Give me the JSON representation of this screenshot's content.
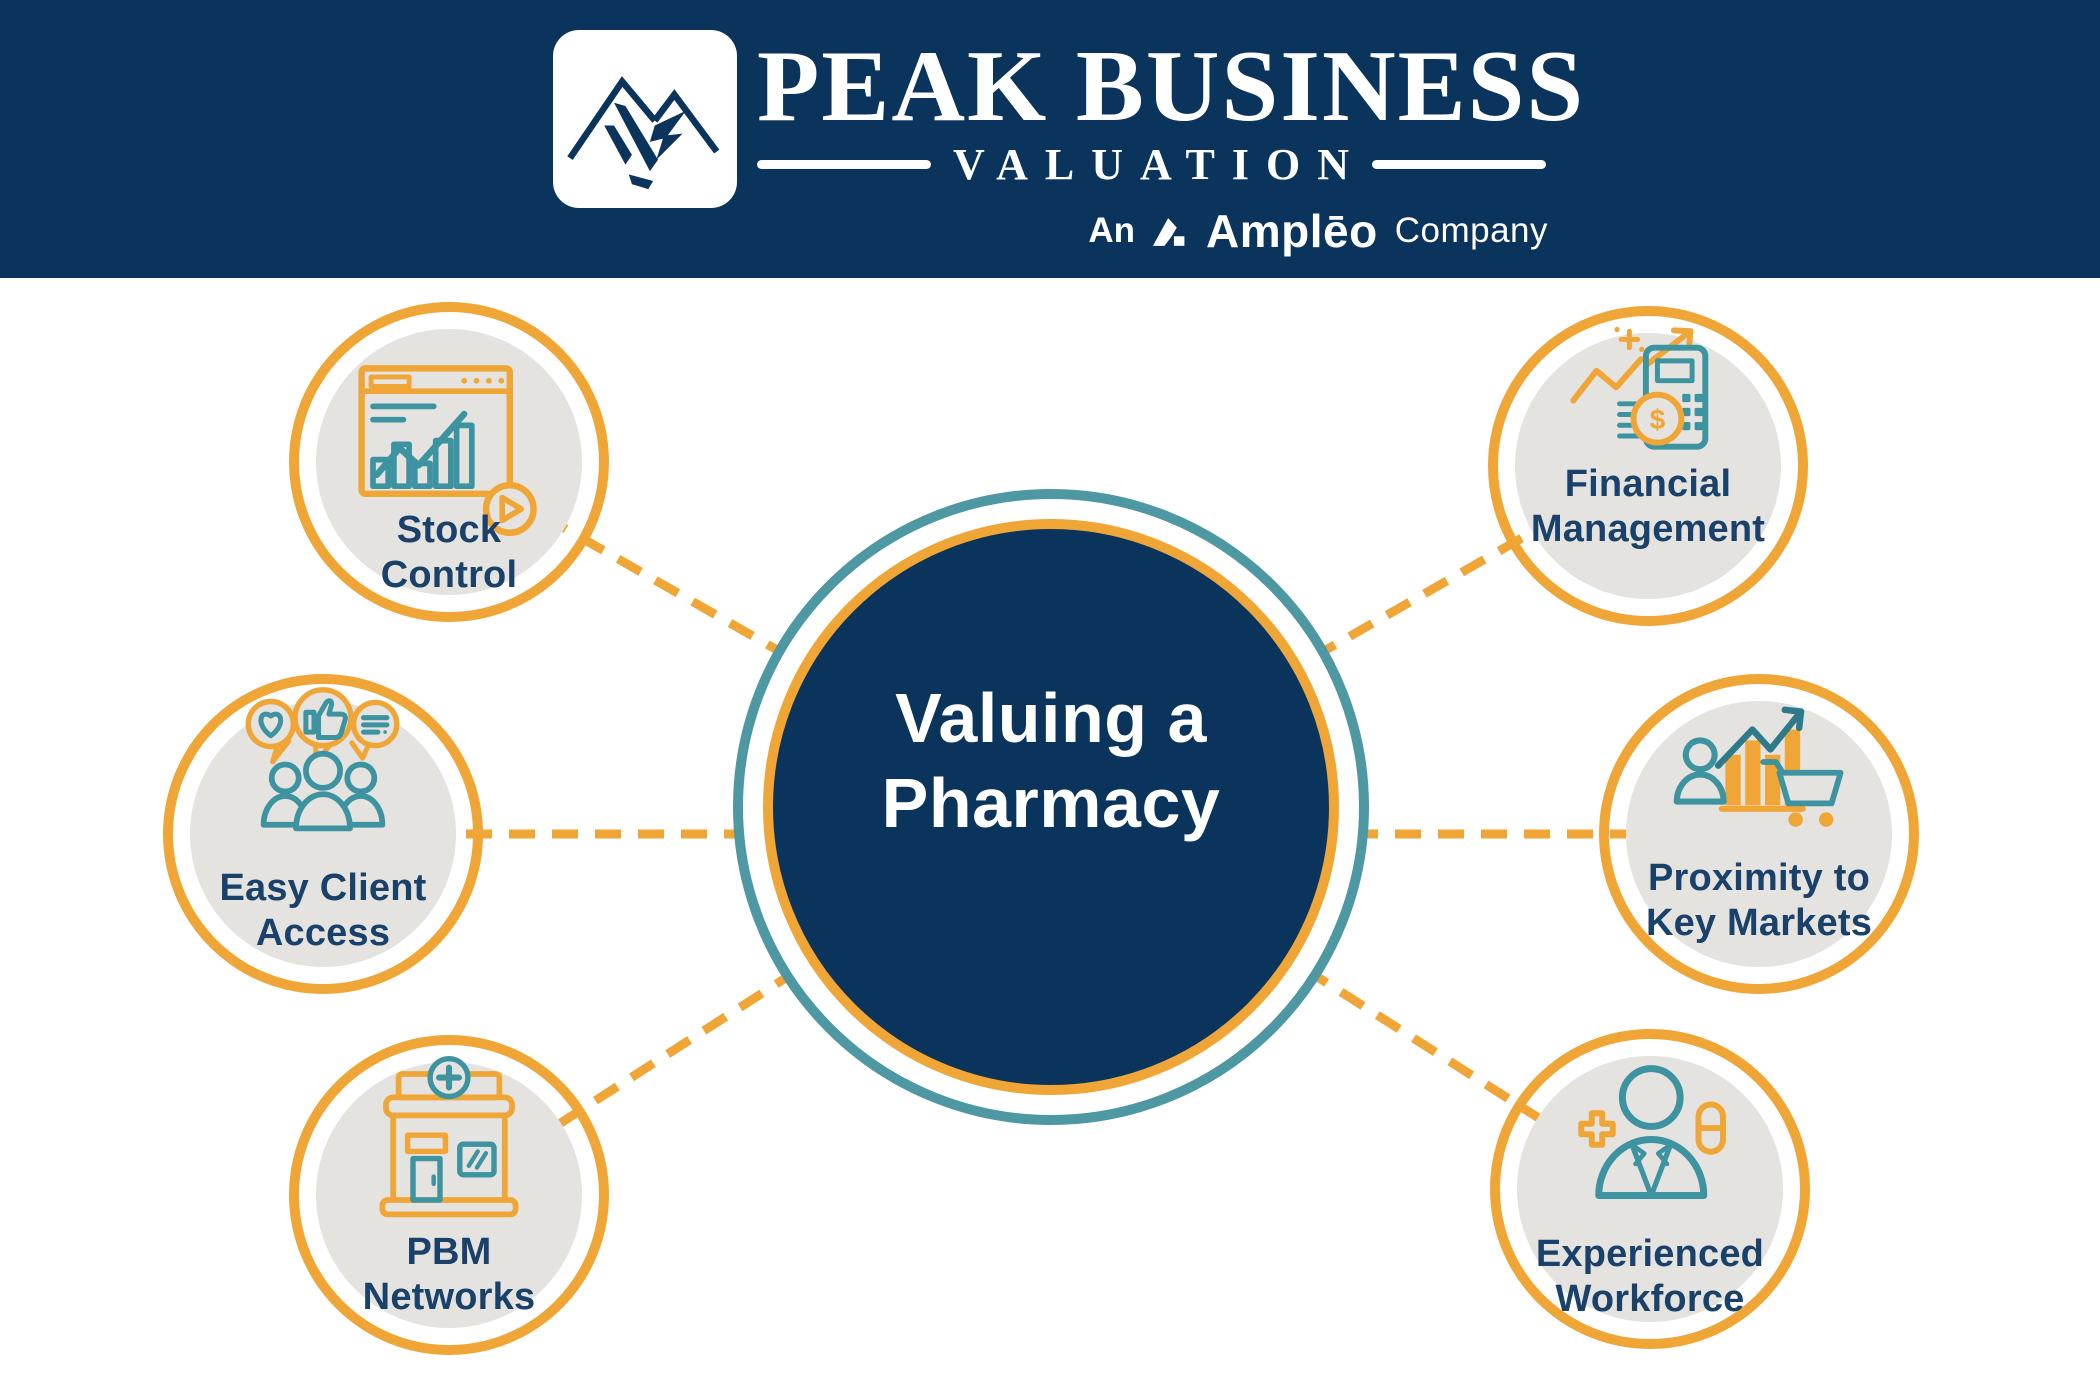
{
  "header": {
    "brand_line1": "PEAK BUSINESS",
    "brand_line2": "VALUATION",
    "affiliation": {
      "prefix": "An",
      "brand": "Amplēo",
      "suffix": "Company"
    }
  },
  "center_node": {
    "title_line1": "Valuing a",
    "title_line2": "Pharmacy"
  },
  "nodes": [
    {
      "id": "stock-control",
      "label_line1": "Stock",
      "label_line2": "Control",
      "icon": "stock-chart-window-icon"
    },
    {
      "id": "easy-client-access",
      "label_line1": "Easy Client",
      "label_line2": "Access",
      "icon": "clients-feedback-icon"
    },
    {
      "id": "pbm-networks",
      "label_line1": "PBM",
      "label_line2": "Networks",
      "icon": "pharmacy-storefront-icon"
    },
    {
      "id": "financial-management",
      "label_line1": "Financial",
      "label_line2": "Management",
      "icon": "calculator-coins-icon",
      "coin_symbol": "$"
    },
    {
      "id": "proximity-to-key-markets",
      "label_line1": "Proximity to",
      "label_line2": "Key Markets",
      "icon": "market-growth-cart-icon"
    },
    {
      "id": "experienced-workforce",
      "label_line1": "Experienced",
      "label_line2": "Workforce",
      "icon": "pharmacist-person-icon"
    }
  ],
  "colors": {
    "navy": "#0B345C",
    "label_navy": "#1A4169",
    "orange": "#F0A636",
    "teal_ring": "#4D98A2",
    "icon_teal": "#3E93A0",
    "circle_gray": "#E4E3DF",
    "background": "#FFFFFF"
  }
}
